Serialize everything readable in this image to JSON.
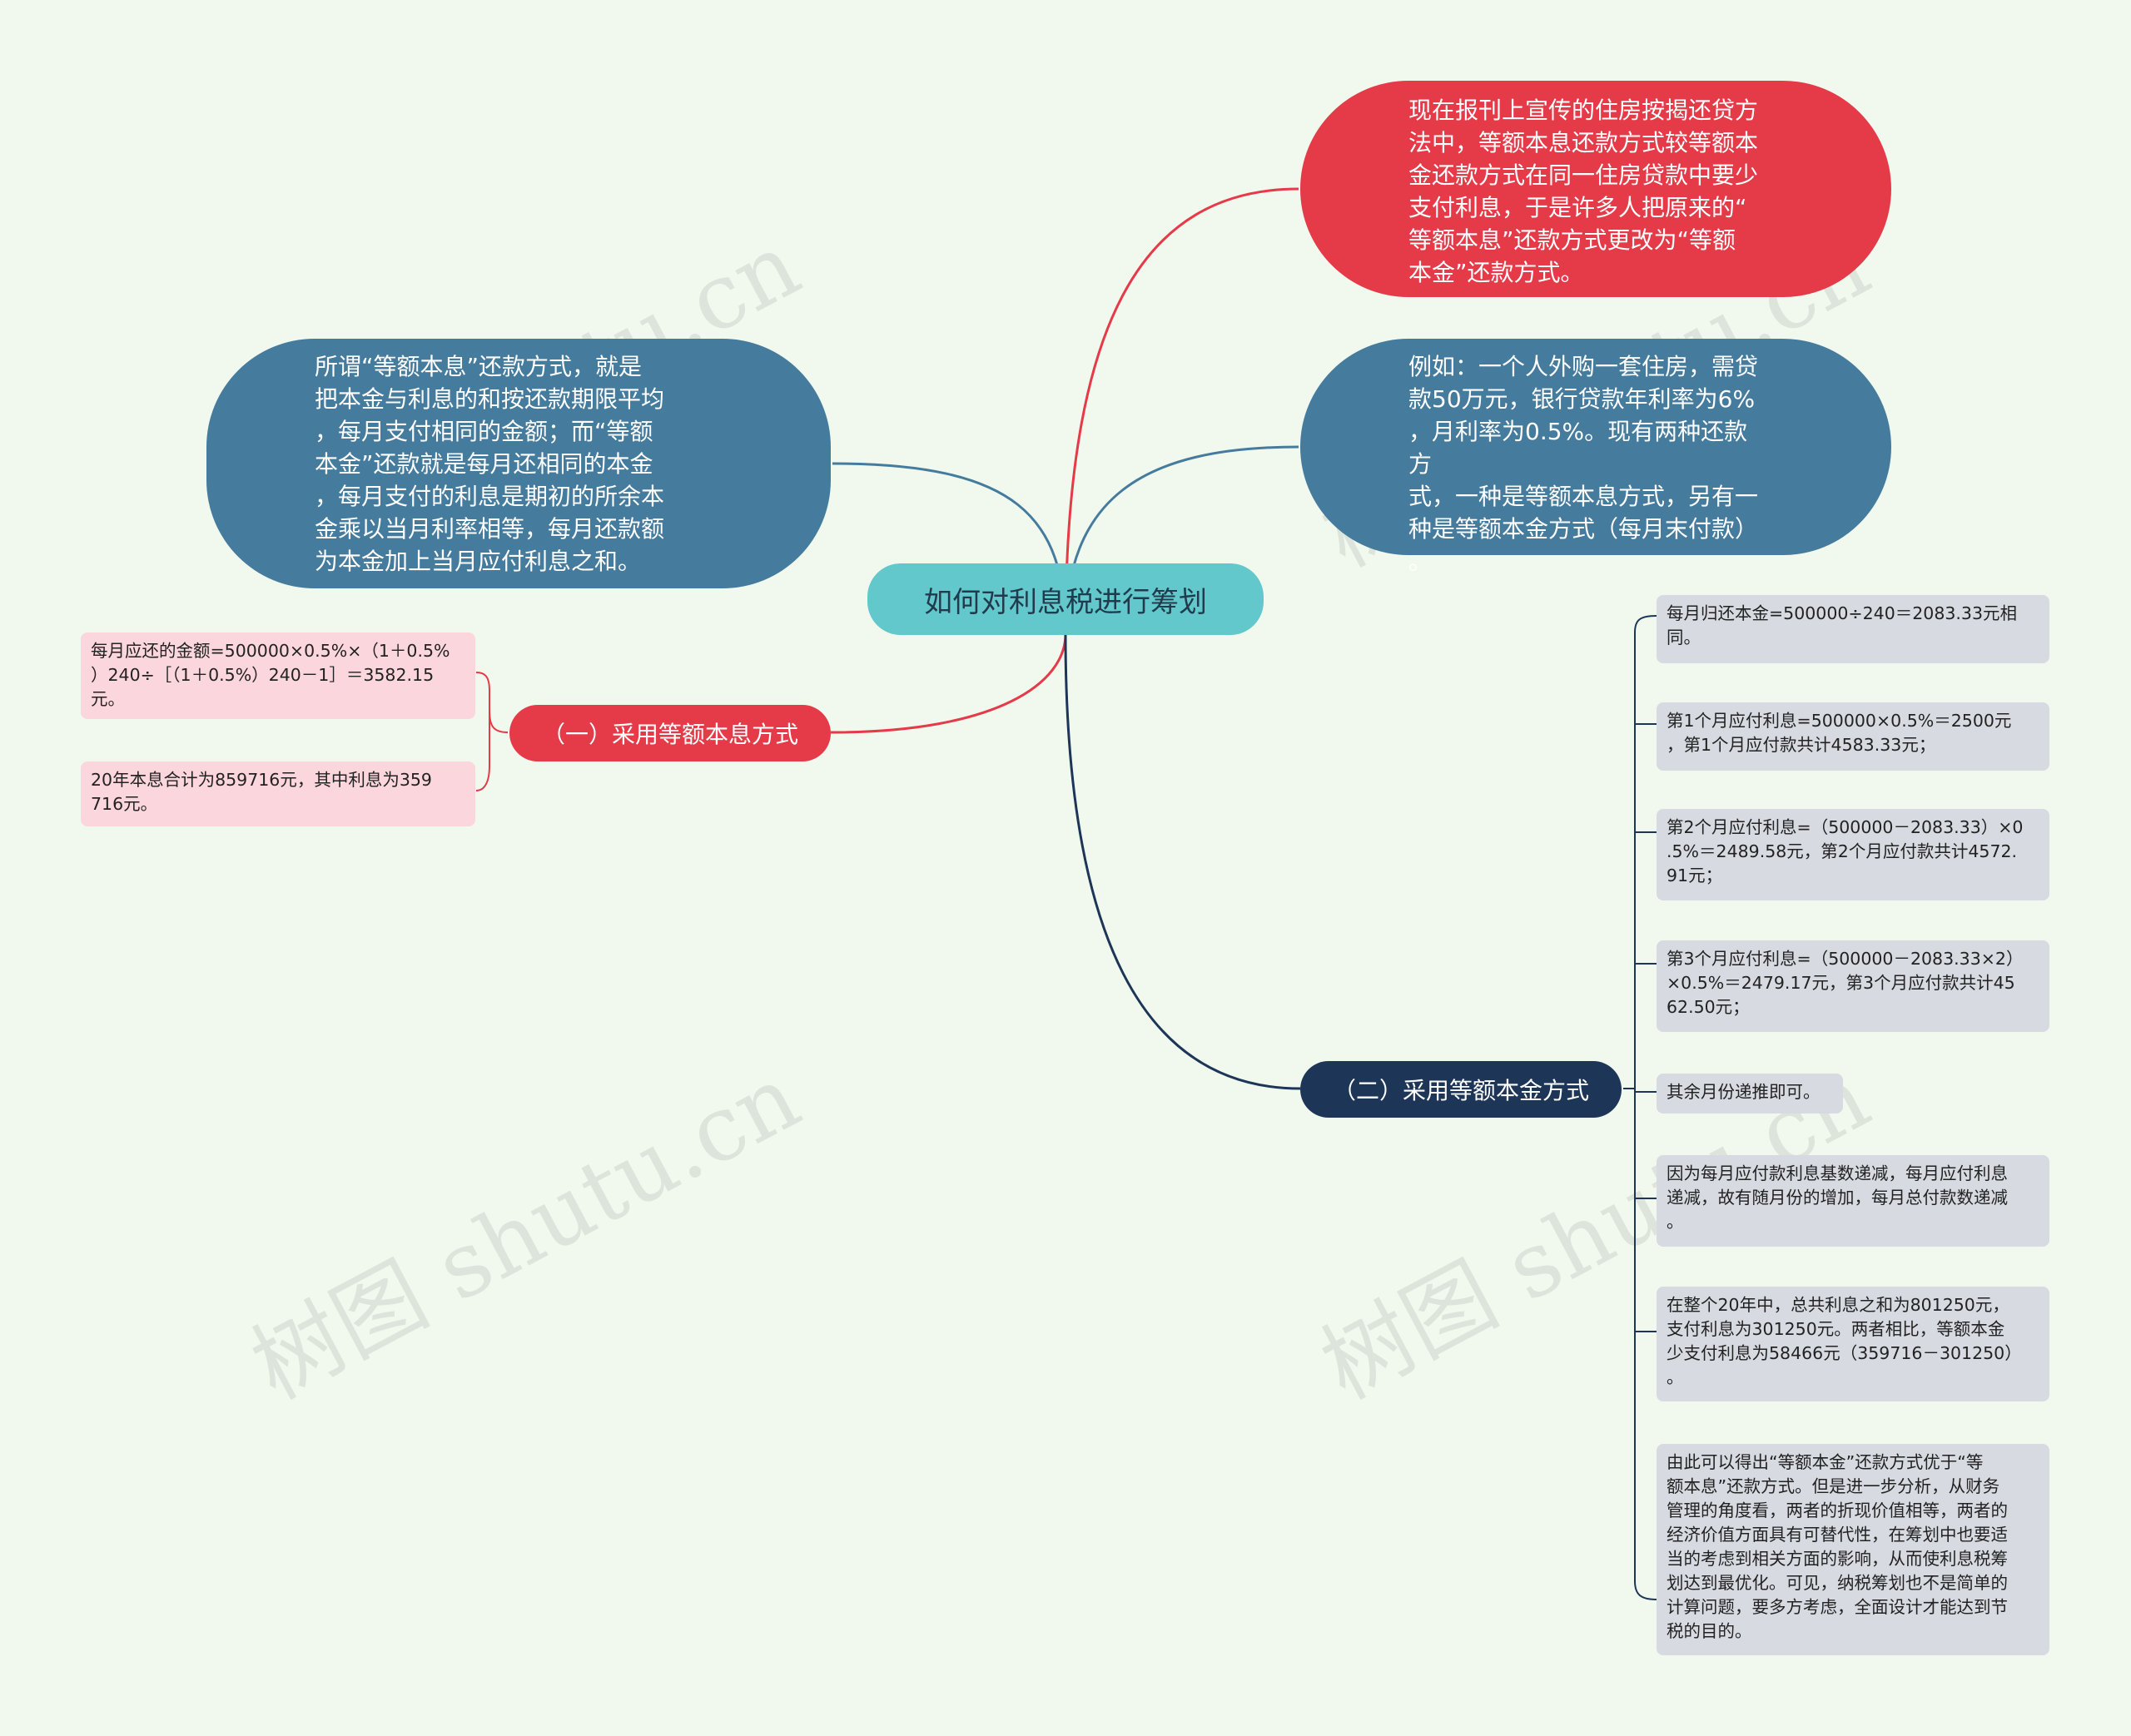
{
  "watermark": "树图 shutu.cn",
  "colors": {
    "background": "#f1f9ef",
    "red": "#e53a48",
    "blue": "#457b9d",
    "navy": "#1d3557",
    "center": "#63c8cb",
    "pink": "#fbd7dd",
    "gray": "#d7dbe1"
  },
  "center": {
    "label": "如何对利息税进行筹划"
  },
  "top_right_red": "现在报刊上宣传的住房按揭还贷方\n法中，等额本息还款方式较等额本\n金还款方式在同一住房贷款中要少\n支付利息，于是许多人把原来的“\n等额本息”还款方式更改为“等额\n本金”还款方式。",
  "left_blue": "所谓“等额本息”还款方式，就是\n把本金与利息的和按还款期限平均\n，每月支付相同的金额；而“等额\n本金”还款就是每月还相同的本金\n，每月支付的利息是期初的所余本\n金乘以当月利率相等，每月还款额\n为本金加上当月应付利息之和。",
  "right_blue": "例如：一个人外购一套住房，需贷\n款50万元，银行贷款年利率为6%\n，月利率为0.5%。现有两种还款方\n式，一种是等额本息方式，另有一\n种是等额本金方式（每月末付款）\n。",
  "branch1": {
    "label": "（一）采用等额本息方式",
    "children": [
      "每月应还的金额=500000×0.5%×（1＋0.5%\n）240÷［（1＋0.5%）240－1］＝3582.15\n元。",
      "20年本息合计为859716元，其中利息为359\n716元。"
    ]
  },
  "branch2": {
    "label": "（二）采用等额本金方式",
    "children": [
      "每月归还本金=500000÷240＝2083.33元相\n同。",
      "第1个月应付利息=500000×0.5%＝2500元\n，第1个月应付款共计4583.33元；",
      "第2个月应付利息=（500000－2083.33）×0\n.5%＝2489.58元，第2个月应付款共计4572.\n91元；",
      "第3个月应付利息=（500000－2083.33×2）\n×0.5%＝2479.17元，第3个月应付款共计45\n62.50元；",
      "其余月份递推即可。",
      "因为每月应付款利息基数递减，每月应付利息\n递减，故有随月份的增加，每月总付款数递减\n。",
      "在整个20年中，总共利息之和为801250元，\n支付利息为301250元。两者相比，等额本金\n少支付利息为58466元（359716－301250）\n。",
      "由此可以得出“等额本金”还款方式优于“等\n额本息”还款方式。但是进一步分析，从财务\n管理的角度看，两者的折现价值相等，两者的\n经济价值方面具有可替代性，在筹划中也要适\n当的考虑到相关方面的影响，从而使利息税筹\n划达到最优化。可见，纳税筹划也不是简单的\n计算问题，要多方考虑，全面设计才能达到节\n税的目的。"
    ]
  }
}
